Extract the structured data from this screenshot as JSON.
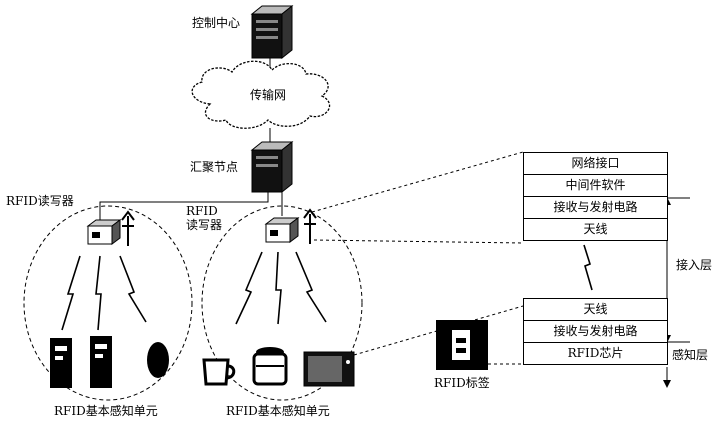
{
  "nodes": {
    "control_center": "控制中心",
    "network": "传输网",
    "sink_node": "汇聚节点",
    "reader_left": "RFID读写器",
    "reader_mid_line1": "RFID",
    "reader_mid_line2": "读写器",
    "unit_left": "RFID基本感知单元",
    "unit_mid": "RFID基本感知单元",
    "tag": "RFID标签"
  },
  "reader_stack": [
    "网络接口",
    "中间件软件",
    "接收与发射电路",
    "天线"
  ],
  "tag_stack": [
    "天线",
    "接收与发射电路",
    "RFID芯片"
  ],
  "layers": {
    "access": "接入层",
    "sensing": "感知层"
  }
}
